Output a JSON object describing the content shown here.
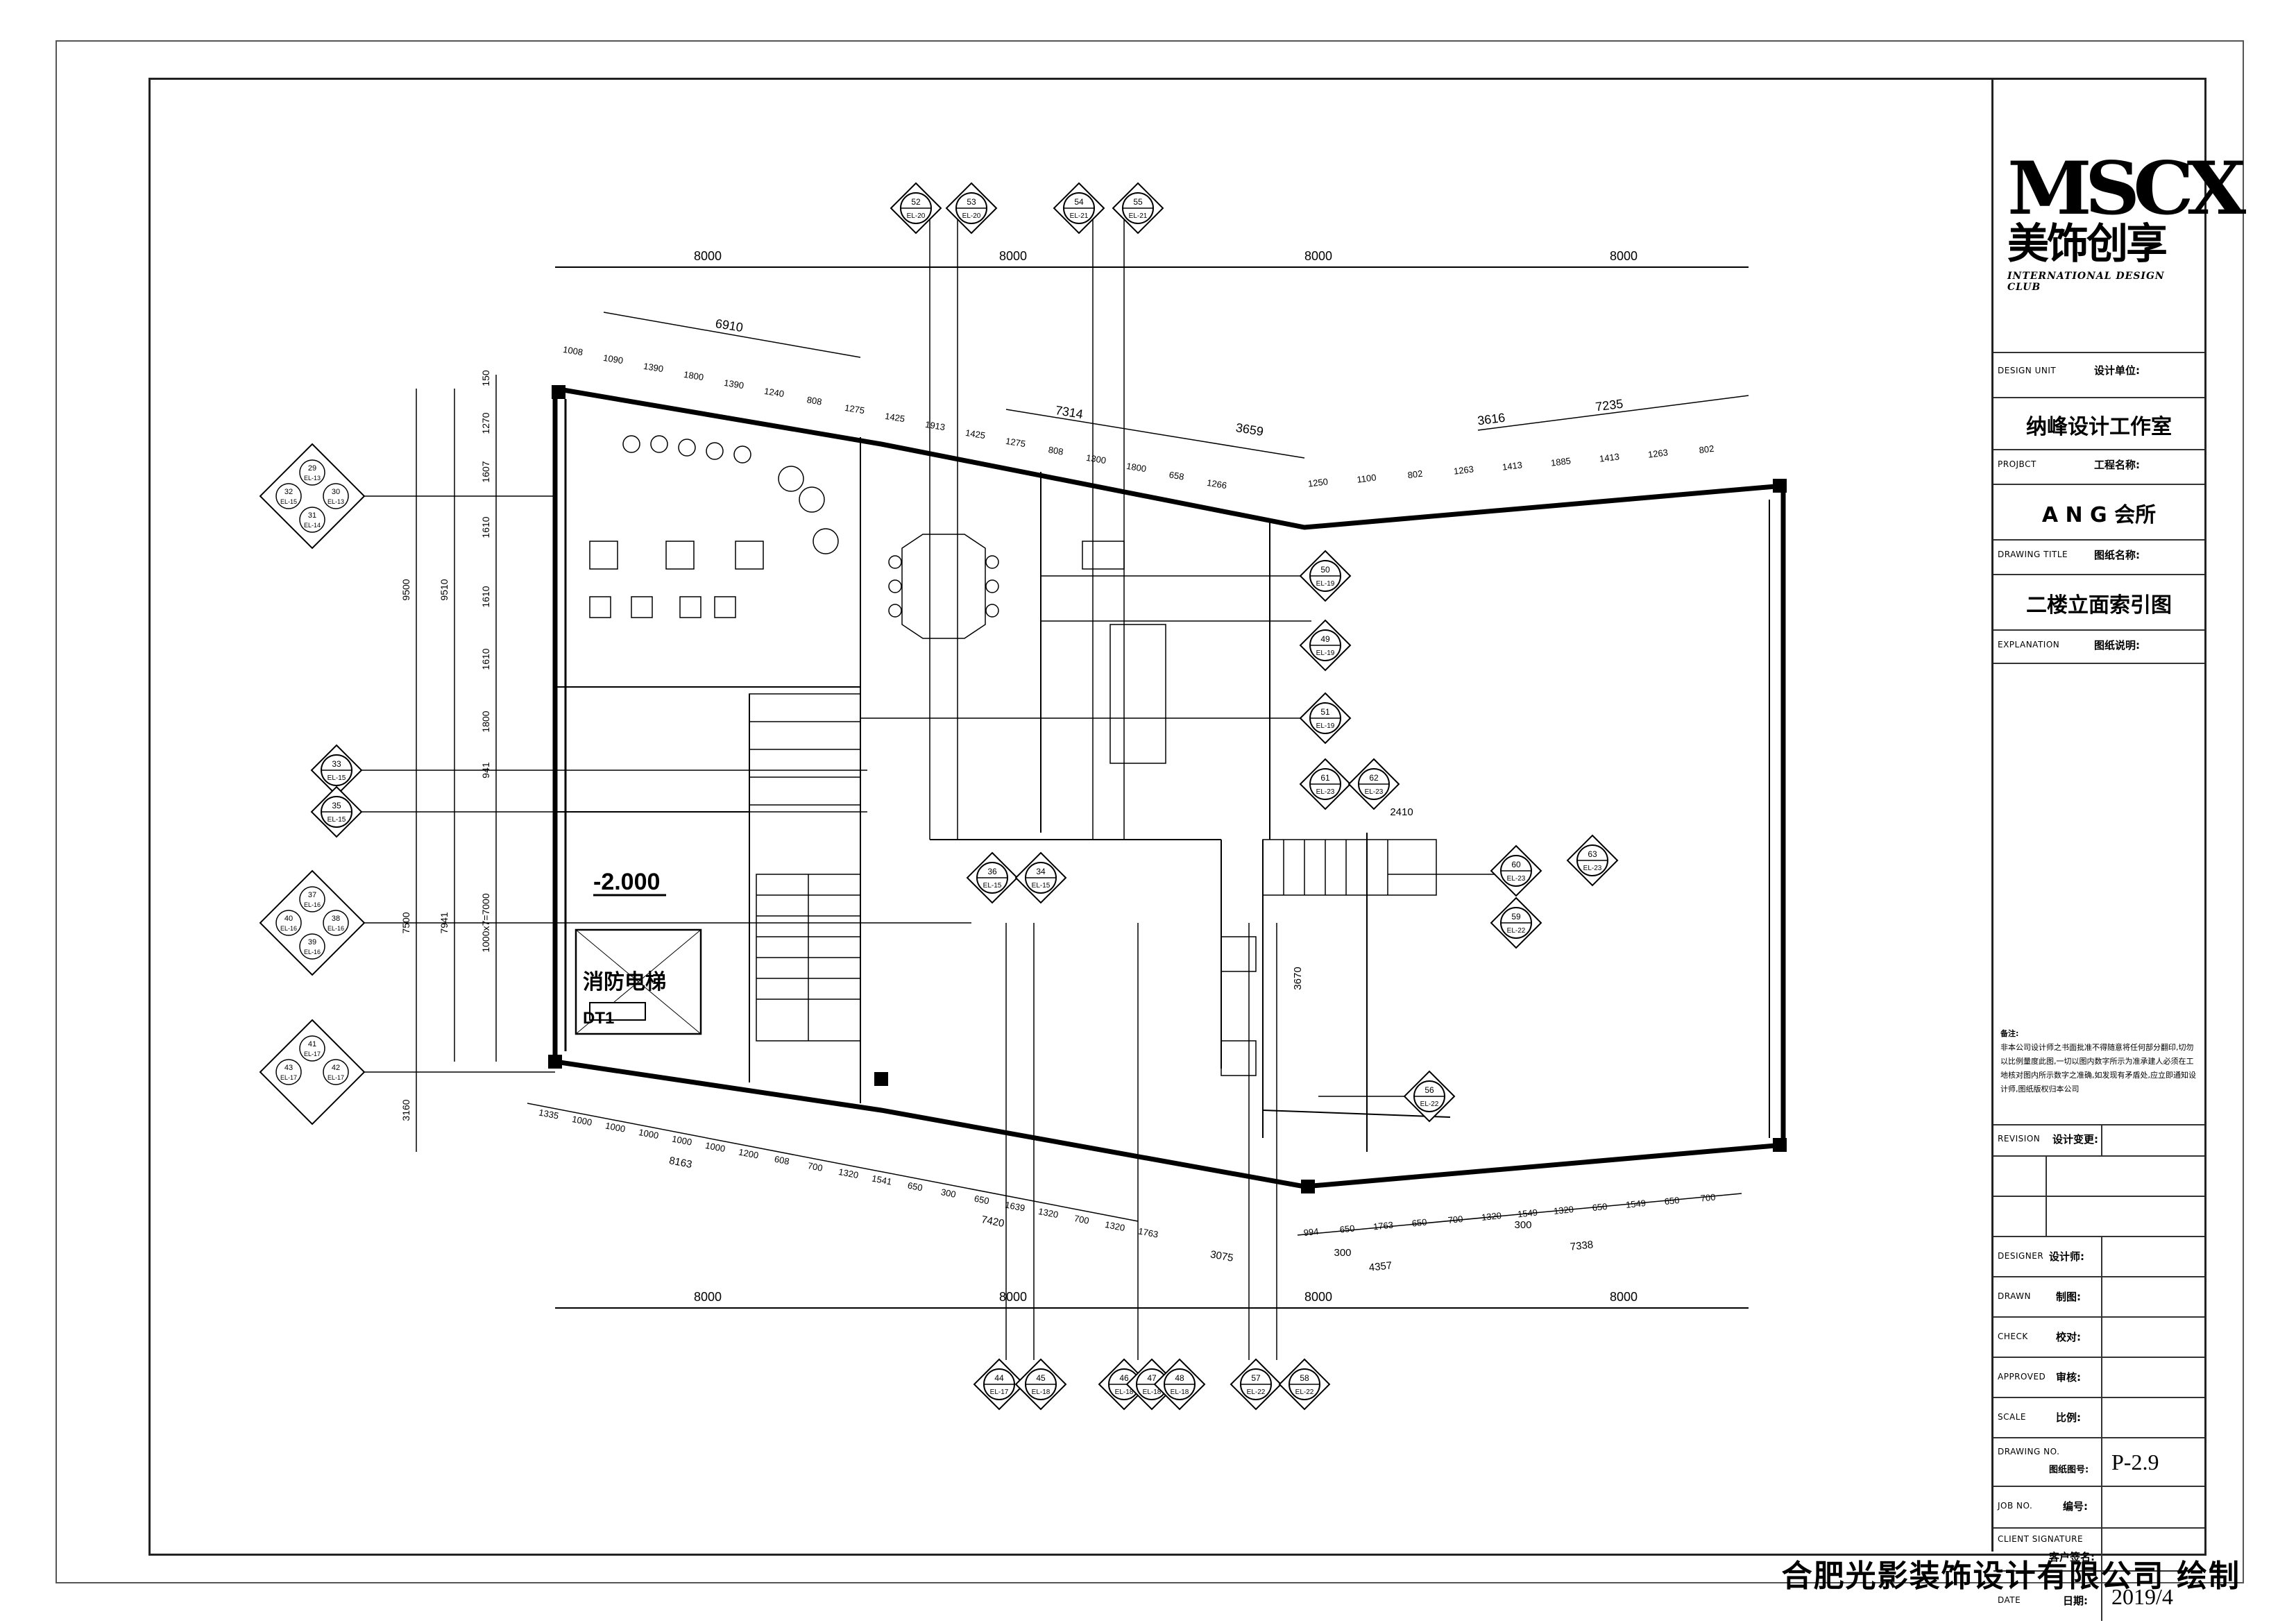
{
  "drawing": {
    "dims_top": [
      "8000",
      "8000",
      "8000",
      "8000"
    ],
    "dims_bottom": [
      "8000",
      "8000",
      "8000",
      "8000"
    ],
    "dims_row2": [
      "6910",
      "7314",
      "3659",
      "3616",
      "7235"
    ],
    "dims_row3": [
      "1008",
      "1090",
      "1390",
      "1800",
      "1390",
      "1240",
      "808",
      "1275",
      "1425",
      "1913",
      "1425",
      "1275",
      "808",
      "1300",
      "1800",
      "658",
      "1266",
      "1250",
      "1100",
      "802",
      "1263",
      "1413",
      "1885",
      "1413",
      "1263",
      "802"
    ],
    "dims_left": [
      "9500",
      "9510",
      "7500",
      "7941",
      "1000x7=7000",
      "3160",
      "150",
      "1270",
      "1607",
      "1610",
      "1610",
      "1610",
      "1800",
      "941"
    ],
    "dims_bottom_row1": [
      "1335",
      "1000",
      "1000",
      "1000",
      "1000",
      "1000",
      "1200",
      "608",
      "700",
      "1320",
      "1541",
      "650",
      "300",
      "650",
      "1639",
      "1320",
      "700",
      "1320",
      "1763",
      "994",
      "650",
      "1763",
      "650",
      "700",
      "1320",
      "1549",
      "1320",
      "650",
      "1549",
      "650",
      "700"
    ],
    "dims_bottom_row2": [
      "8163",
      "7420",
      "3075",
      "4357",
      "7338",
      "300",
      "300",
      "2410",
      "3670"
    ],
    "level_mark": "-2.000",
    "elevator_label": "消防电梯",
    "elevator_code": "DT1",
    "tags_left": [
      {
        "nums": [
          "29",
          "32",
          "30",
          "31"
        ],
        "sheets": [
          "EL-13",
          "EL-15",
          "EL-13",
          "EL-14"
        ]
      },
      {
        "nums": [
          "33"
        ],
        "sheets": [
          "EL-15"
        ]
      },
      {
        "nums": [
          "35"
        ],
        "sheets": [
          "EL-15"
        ]
      },
      {
        "nums": [
          "37",
          "40",
          "38",
          "39"
        ],
        "sheets": [
          "EL-16",
          "EL-16",
          "EL-16",
          "EL-16"
        ]
      },
      {
        "nums": [
          "41",
          "43",
          "42"
        ],
        "sheets": [
          "EL-17",
          "EL-17",
          "EL-17"
        ]
      }
    ],
    "tags_top": [
      {
        "num": "52",
        "sheet": "EL-20"
      },
      {
        "num": "53",
        "sheet": "EL-20"
      },
      {
        "num": "54",
        "sheet": "EL-21"
      },
      {
        "num": "55",
        "sheet": "EL-21"
      }
    ],
    "tags_bottom": [
      {
        "num": "44",
        "sheet": "EL-17"
      },
      {
        "num": "45",
        "sheet": "EL-18"
      },
      {
        "num": "46",
        "sheet": "EL-18"
      },
      {
        "num": "47",
        "sheet": "EL-18"
      },
      {
        "num": "48",
        "sheet": "EL-18"
      },
      {
        "num": "57",
        "sheet": "EL-22"
      },
      {
        "num": "58",
        "sheet": "EL-22"
      }
    ],
    "tags_inner": [
      {
        "num": "50",
        "sheet": "EL-19"
      },
      {
        "num": "49",
        "sheet": "EL-19"
      },
      {
        "num": "51",
        "sheet": "EL-19"
      },
      {
        "num": "61",
        "sheet": "EL-23"
      },
      {
        "num": "62",
        "sheet": "EL-23"
      },
      {
        "num": "36",
        "sheet": "EL-15"
      },
      {
        "num": "34",
        "sheet": "EL-15"
      },
      {
        "num": "60",
        "sheet": "EL-23"
      },
      {
        "num": "63",
        "sheet": "EL-23"
      },
      {
        "num": "59",
        "sheet": "EL-22"
      },
      {
        "num": "56",
        "sheet": "EL-22"
      }
    ]
  },
  "titleblock": {
    "logo_main": "MSCX",
    "logo_cn": "美饰创享",
    "logo_en": "INTERNATIONAL DESIGN CLUB",
    "design_unit_en": "DESIGN UNIT",
    "design_unit_cn": "设计单位:",
    "design_unit_value": "纳峰设计工作室",
    "project_en": "PROJBCT",
    "project_cn": "工程名称:",
    "project_value": "A N G 会所",
    "drawing_title_en": "DRAWING TITLE",
    "drawing_title_cn": "图纸名称:",
    "drawing_title_value": "二楼立面索引图",
    "explanation_en": "EXPLANATION",
    "explanation_cn": "图纸说明:",
    "notes_title": "备注:",
    "notes_text": "非本公司设计师之书面批准不得随意将任何部分翻印,切勿以比例量度此图,一切以图内数字所示为准承建人必须在工地核对图内所示数字之准确,如发现有矛盾处,应立即通知设计师,图纸版权归本公司",
    "revision_en": "REVISION",
    "revision_cn": "设计变更:",
    "designer_en": "DESIGNER",
    "designer_cn": "设计师:",
    "drawn_en": "DRAWN",
    "drawn_cn": "制图:",
    "check_en": "CHECK",
    "check_cn": "校对:",
    "approved_en": "APPROVED",
    "approved_cn": "审核:",
    "scale_en": "SCALE",
    "scale_cn": "比例:",
    "drawing_no_en": "DRAWING NO.",
    "drawing_no_cn": "图纸图号:",
    "drawing_no_value": "P-2.9",
    "job_no_en": "JOB NO.",
    "job_no_cn": "编号:",
    "client_en": "CLIENT SIGNATURE",
    "client_cn": "客户签名:",
    "date_en": "DATE",
    "date_cn": "日期:",
    "date_value": "2019/4"
  },
  "footer": "合肥光影装饰设计有限公司 绘制"
}
